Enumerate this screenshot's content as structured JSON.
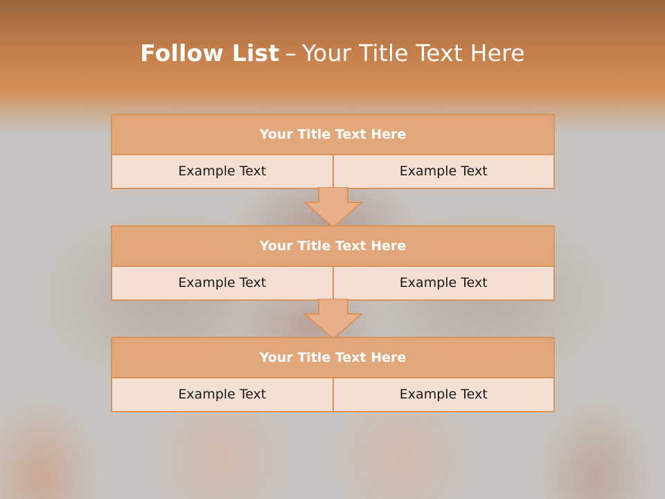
{
  "slide": {
    "title_bold": "Follow List",
    "title_separator": "–",
    "title_rest": "Your Title Text Here"
  },
  "blocks": [
    {
      "title": "Your Title Text Here",
      "left": "Example Text",
      "right": "Example Text"
    },
    {
      "title": "Your Title Text Here",
      "left": "Example Text",
      "right": "Example Text"
    },
    {
      "title": "Your Title Text Here",
      "left": "Example Text",
      "right": "Example Text"
    }
  ],
  "colors": {
    "accent": "#d9935a",
    "header_fill": "#e0a373",
    "cell_fill": "#f4dfd2",
    "title_band": "#c37e4b"
  },
  "icons": {
    "arrow": "down-arrow-icon"
  }
}
